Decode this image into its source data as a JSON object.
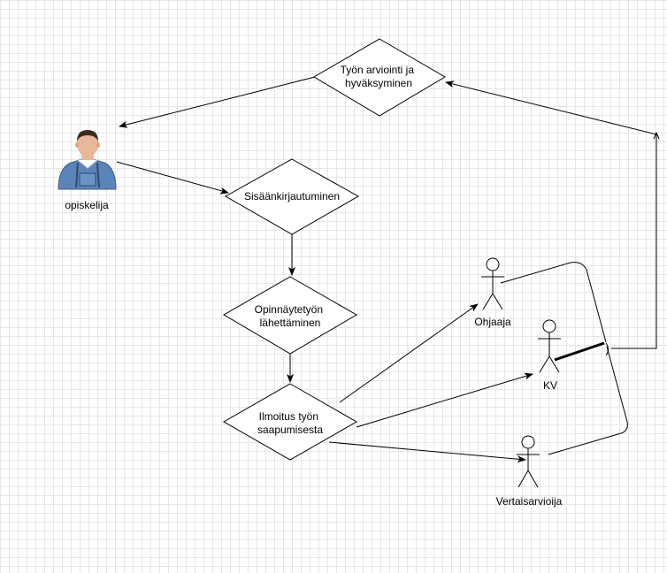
{
  "diagram": {
    "nodes": {
      "arviointi": [
        "Työn arviointi ja",
        "hyväksyminen"
      ],
      "sisaan": [
        "Sisäänkirjautuminen"
      ],
      "opinnayte": [
        "Opinnäytetyön",
        "lähettäminen"
      ],
      "ilmoitus": [
        "Ilmoitus työn",
        "saapumisesta"
      ]
    },
    "actors": {
      "opiskelija": "opiskelija",
      "ohjaaja": "Ohjaaja",
      "kv": "KV",
      "vertaisarvioija": "Vertaisarvioija"
    },
    "line_color": "#000000",
    "shirt_color": "#5b84b8",
    "skin_color": "#e8b89a",
    "hair_color": "#3a2a20"
  }
}
